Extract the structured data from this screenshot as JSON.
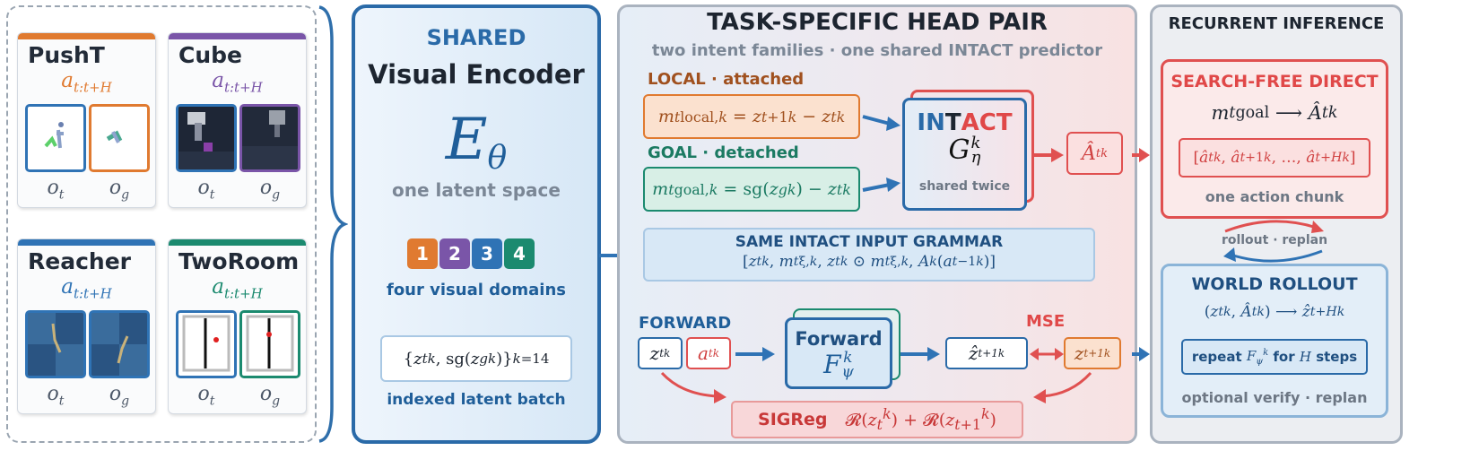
{
  "domains": [
    {
      "name": "PushT",
      "action": "a_{t:t+H}",
      "color": "#e07a30",
      "obs_label": "o_t",
      "goal_label": "o_g"
    },
    {
      "name": "Cube",
      "action": "a_{t:t+H}",
      "color": "#7a55a8",
      "obs_label": "o_t",
      "goal_label": "o_g"
    },
    {
      "name": "Reacher",
      "action": "a_{t:t+H}",
      "color": "#2f73b5",
      "obs_label": "o_t",
      "goal_label": "o_g"
    },
    {
      "name": "TwoRoom",
      "action": "a_{t:t+H}",
      "color": "#1b8a6f",
      "obs_label": "o_t",
      "goal_label": "o_g"
    }
  ],
  "encoder": {
    "title_top": "SHARED",
    "title_main": "Visual Encoder",
    "symbol": "E",
    "symbol_sub": "θ",
    "subtitle": "one latent space",
    "badges": [
      {
        "label": "1",
        "color": "#e07a30"
      },
      {
        "label": "2",
        "color": "#7a55a8"
      },
      {
        "label": "3",
        "color": "#2f73b5"
      },
      {
        "label": "4",
        "color": "#1b8a6f"
      }
    ],
    "badges_caption": "four visual domains",
    "batch_formula": "{z_t^k, sg(z_g^k)}_{k=1}^4",
    "batch_caption": "indexed latent batch"
  },
  "head": {
    "title": "TASK-SPECIFIC HEAD PAIR",
    "subtitle": "two intent families · one shared INTACT predictor",
    "local_label": "LOCAL · attached",
    "local_formula": "m_t^{local,k} = z_{t+1}^k − z_t^k",
    "goal_label": "GOAL · detached",
    "goal_formula": "m_t^{goal,k} = sg(z_g^k) − z_t^k",
    "intact_part1": "IN",
    "intact_part2": "T",
    "intact_part3": "ACT",
    "intact_symbol": "G_η^k",
    "intact_caption": "shared twice",
    "action_hat": "Â_t^k",
    "grammar_title": "SAME INTACT INPUT GRAMMAR",
    "grammar_formula": "[z_t^k, m_t^{ξ,k}, z_t^k ⊙ m_t^{ξ,k}, A^k(a_{t−1}^k)]",
    "forward_label": "FORWARD",
    "forward_z": "z_t^k",
    "forward_a": "a_t^k",
    "forward_title": "Forward",
    "forward_symbol": "F_ψ^k",
    "forward_pred": "ẑ_{t+1}^k",
    "mse_label": "MSE",
    "forward_target": "z_{t+1}^k",
    "sigreg_label": "SIGReg",
    "sigreg_formula": "𝓡(z_t^k) + 𝓡(z_{t+1}^k)"
  },
  "inference": {
    "title": "RECURRENT INFERENCE",
    "direct_title": "SEARCH-FREE DIRECT",
    "direct_formula": "m_t^{goal} ⟶ Â_t^k",
    "direct_chunk": "[â_t^k, â_{t+1}^k, …, â_{t+H}^k]",
    "direct_caption": "one action chunk",
    "cycle_label": "rollout · replan",
    "rollout_title": "WORLD ROLLOUT",
    "rollout_formula": "(z_t^k, Â_t^k) ⟶ ẑ_{t+H}^k",
    "rollout_repeat": "repeat F_ψ^k for H steps",
    "rollout_caption": "optional verify · replan"
  }
}
